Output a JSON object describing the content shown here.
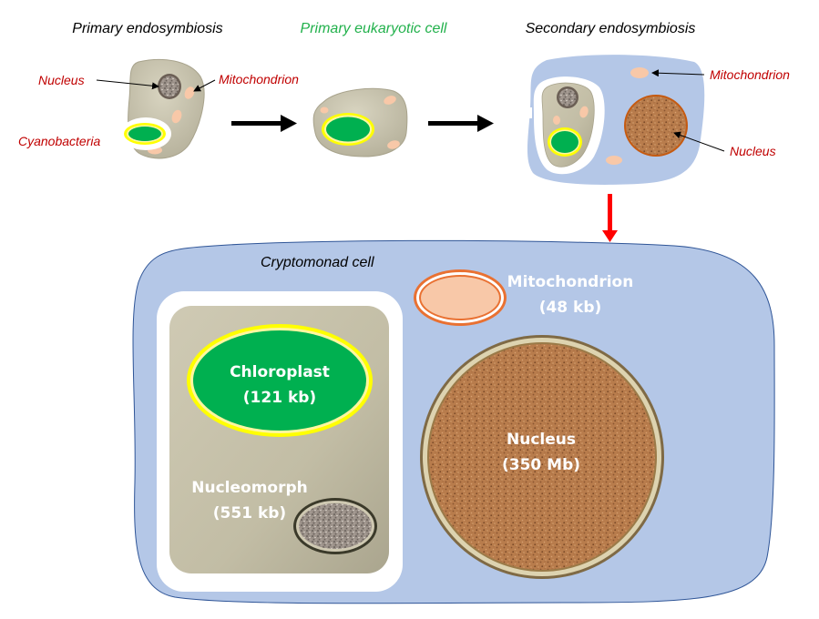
{
  "headings": {
    "primary_endosymbiosis": "Primary endosymbiosis",
    "primary_eukaryotic_cell": "Primary eukaryotic cell",
    "secondary_endosymbiosis": "Secondary endosymbiosis"
  },
  "top_labels": {
    "nucleus_left": "Nucleus",
    "mitochondrion_left": "Mitochondrion",
    "cyanobacteria": "Cyanobacteria",
    "mitochondrion_right": "Mitochondrion",
    "nucleus_right": "Nucleus"
  },
  "cryptomonad": {
    "title": "Cryptomonad cell",
    "chloroplast_name": "Chloroplast",
    "chloroplast_size": "(121 kb)",
    "nucleomorph_name": "Nucleomorph",
    "nucleomorph_size": "(551 kb)",
    "mitochondrion_name": "Mitochondrion",
    "mitochondrion_size": "(48 kb)",
    "nucleus_name": "Nucleus",
    "nucleus_size": "(350 Mb)"
  },
  "colors": {
    "label_red": "#c00000",
    "heading_green": "#22b14c",
    "host_blue": "#b4c7e7",
    "chloroplast_green": "#00b050",
    "chloroplast_rim": "#ffff00",
    "mito_fill": "#f8c8a8",
    "mito_rim": "#e97132",
    "nucleus_brown": "#b5794b",
    "arrow_red": "#ff0000"
  },
  "icons": [
    "arrow-right-icon",
    "arrow-down-icon",
    "pointer-arrow-icon"
  ]
}
